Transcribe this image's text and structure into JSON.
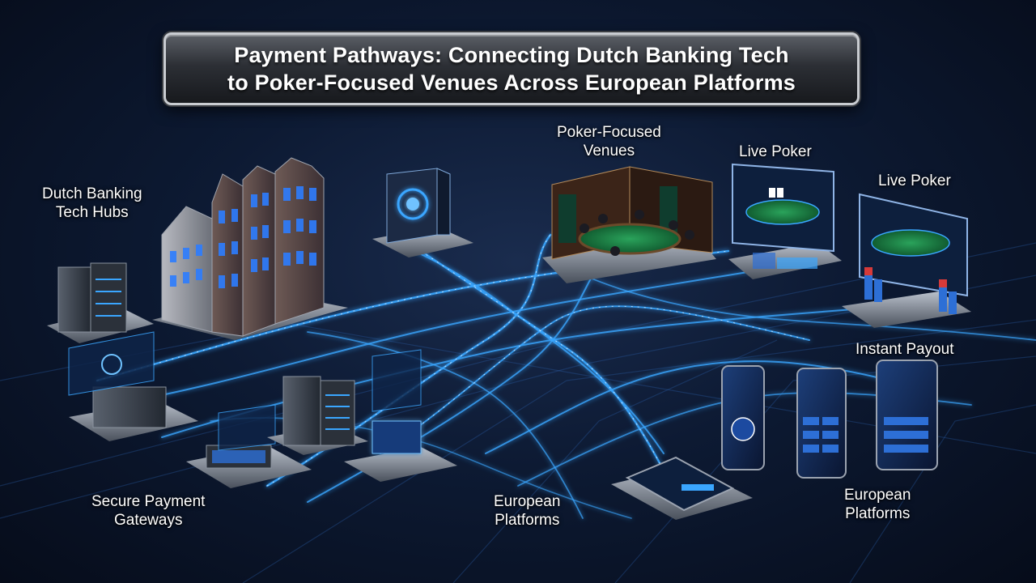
{
  "title": {
    "line1": "Payment Pathways: Connecting Dutch Banking Tech",
    "line2": "to Poker-Focused Venues Across European Platforms"
  },
  "labels": {
    "dutch_banking": [
      "Dutch Banking",
      "Tech Hubs"
    ],
    "poker_venues": [
      "Poker-Focused",
      "Venues"
    ],
    "live_poker_1": [
      "Live Poker"
    ],
    "live_poker_2": [
      "Live Poker"
    ],
    "instant_payout": [
      "Instant Payout"
    ],
    "secure_gateways": [
      "Secure Payment",
      "Gateways"
    ],
    "european_platforms_1": [
      "European",
      "Platforms"
    ],
    "european_platforms_2": [
      "European",
      "Platforms"
    ]
  },
  "colors": {
    "stream": "#3aa6ff",
    "stream_glow": "#9fd6ff",
    "felt": "#1f8a4a",
    "screen": "#2d6fd6"
  }
}
